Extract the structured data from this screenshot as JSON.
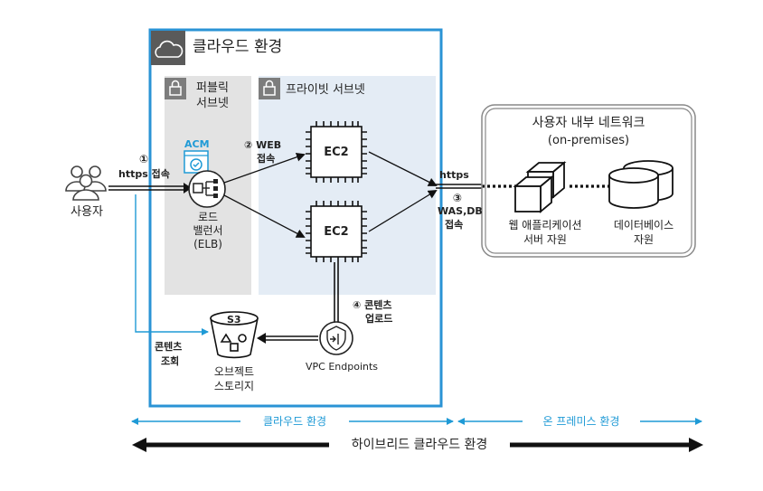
{
  "cloud_env": {
    "title": "클라우드 환경"
  },
  "public_subnet": {
    "line1": "퍼블릭",
    "line2": "서브넷"
  },
  "private_subnet": {
    "label": "프라이빗 서브넷"
  },
  "user": {
    "label": "사용자"
  },
  "steps": {
    "s1_num": "①",
    "s1_text": "https 접속",
    "s2_text1": "② WEB",
    "s2_text2": "접속",
    "s3_text0": "https",
    "s3_text1": "③",
    "s3_text2": "WAS,DB",
    "s3_text3": "접속",
    "s4_text1": "④ 콘텐츠",
    "s4_text2": "업로드",
    "view_line1": "콘텐츠",
    "view_line2": "조회"
  },
  "acm": {
    "label": "ACM"
  },
  "elb": {
    "line1": "로드",
    "line2": "밸런서",
    "line3": "(ELB)"
  },
  "ec2": {
    "top": "EC2",
    "bottom": "EC2"
  },
  "s3": {
    "label": "S3",
    "line1": "오브젝트",
    "line2": "스토리지"
  },
  "vpc_endpoints": {
    "label": "VPC Endpoints"
  },
  "onprem": {
    "title": "사용자 내부 네트워크",
    "subtitle": "(on-premises)",
    "web_line1": "웹 애플리케이션",
    "web_line2": "서버 자원",
    "db_line1": "데이터베이스",
    "db_line2": "자원"
  },
  "bottom": {
    "cloud_env": "클라우드 환경",
    "onprem_env": "온 프레미스 환경",
    "hybrid": "하이브리드 클라우드 환경"
  },
  "colors": {
    "cloud_border": "#2a93d5",
    "accent_blue": "#1f9ad6",
    "public_bg": "#e3e3e3",
    "private_bg": "#e4ecf5",
    "header_dark": "#5a5a5a"
  }
}
